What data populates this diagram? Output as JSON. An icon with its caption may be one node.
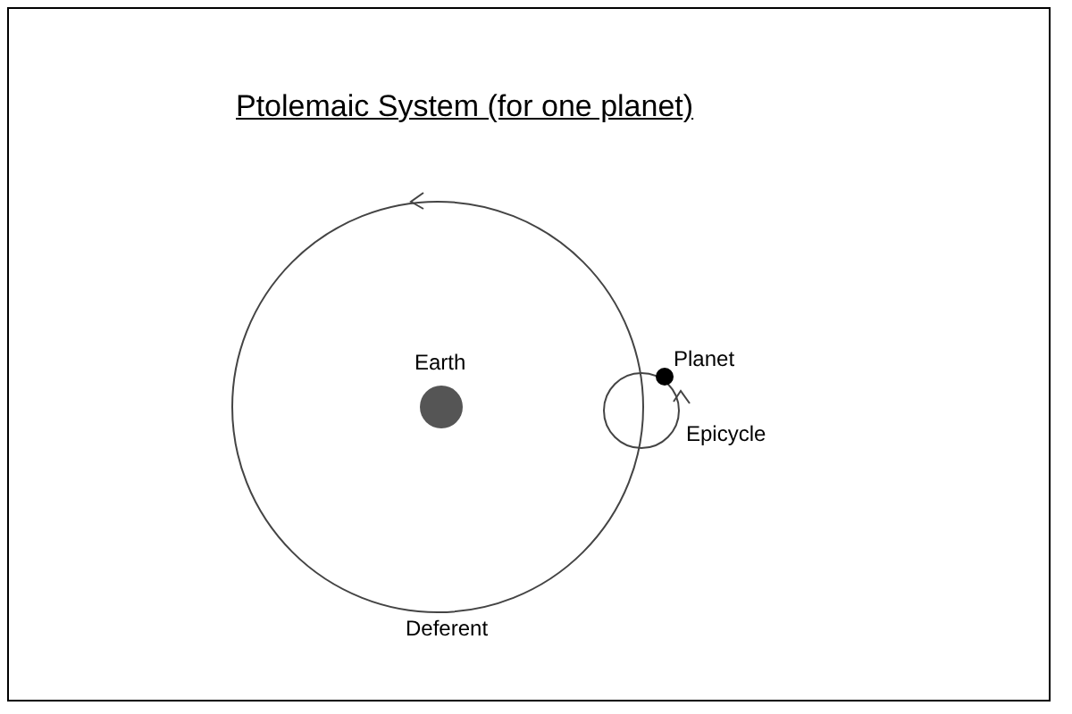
{
  "diagram": {
    "title": "Ptolemaic System (for one planet)",
    "nodes": [
      {
        "text": [
          "Deferent"
        ]
      },
      {
        "text": [
          "Earth"
        ],
        "in": 0
      },
      {
        "text": [
          "Epicycle"
        ]
      },
      {
        "text": [
          "Planet"
        ]
      }
    ]
  }
}
